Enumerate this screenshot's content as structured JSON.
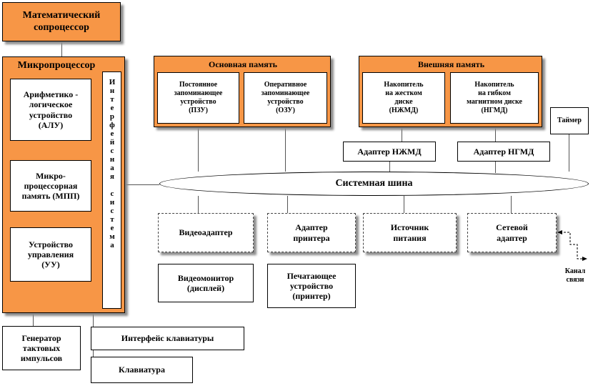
{
  "coprocessor": {
    "line1": "Математический",
    "line2": "сопроцессор"
  },
  "microprocessor": {
    "title": "Микропроцессор",
    "alu": {
      "l1": "Арифметико -",
      "l2": "логическое",
      "l3": "устройство",
      "l4": "(АЛУ)"
    },
    "mpp": {
      "l1": "Микро-",
      "l2": "процессорная",
      "l3": "память (МПП)"
    },
    "uu": {
      "l1": "Устройство",
      "l2": "управления",
      "l3": "(УУ)"
    },
    "interface": "Интерфейсная система"
  },
  "main_memory": {
    "title": "Основная память",
    "rom": {
      "l1": "Постоянное",
      "l2": "запоминающее",
      "l3": "устройство",
      "l4": "(ПЗУ)"
    },
    "ram": {
      "l1": "Оперативное",
      "l2": "запоминающее",
      "l3": "устройство",
      "l4": "(ОЗУ)"
    }
  },
  "external_memory": {
    "title": "Внешняя память",
    "hdd": {
      "l1": "Накопитель",
      "l2": "на жестком",
      "l3": "диске",
      "l4": "(НЖМД)"
    },
    "fdd": {
      "l1": "Накопитель",
      "l2": "на гибком",
      "l3": "магнитном диске",
      "l4": "(НГМД)"
    }
  },
  "timer": "Таймер",
  "hdd_adapter": "Адаптер НЖМД",
  "fdd_adapter": "Адаптер НГМД",
  "system_bus": "Системная шина",
  "video_adapter": "Видеоадаптер",
  "printer_adapter": {
    "l1": "Адаптер",
    "l2": "принтера"
  },
  "power_supply": {
    "l1": "Источник",
    "l2": "питания"
  },
  "network_adapter": {
    "l1": "Сетевой",
    "l2": "адаптер"
  },
  "comm_channel": {
    "l1": "Канал",
    "l2": "связи"
  },
  "video_monitor": {
    "l1": "Видеомонитор",
    "l2": "(дисплей)"
  },
  "printer": {
    "l1": "Печатающее",
    "l2": "устройство",
    "l3": "(принтер)"
  },
  "clock_generator": {
    "l1": "Генератор",
    "l2": "тактовых",
    "l3": "импульсов"
  },
  "keyboard_interface": "Интерфейс клавиатуры",
  "keyboard": "Клавиатура",
  "colors": {
    "accent": "#f79646",
    "line": "#555555",
    "shadow": "#8c8c8c"
  }
}
